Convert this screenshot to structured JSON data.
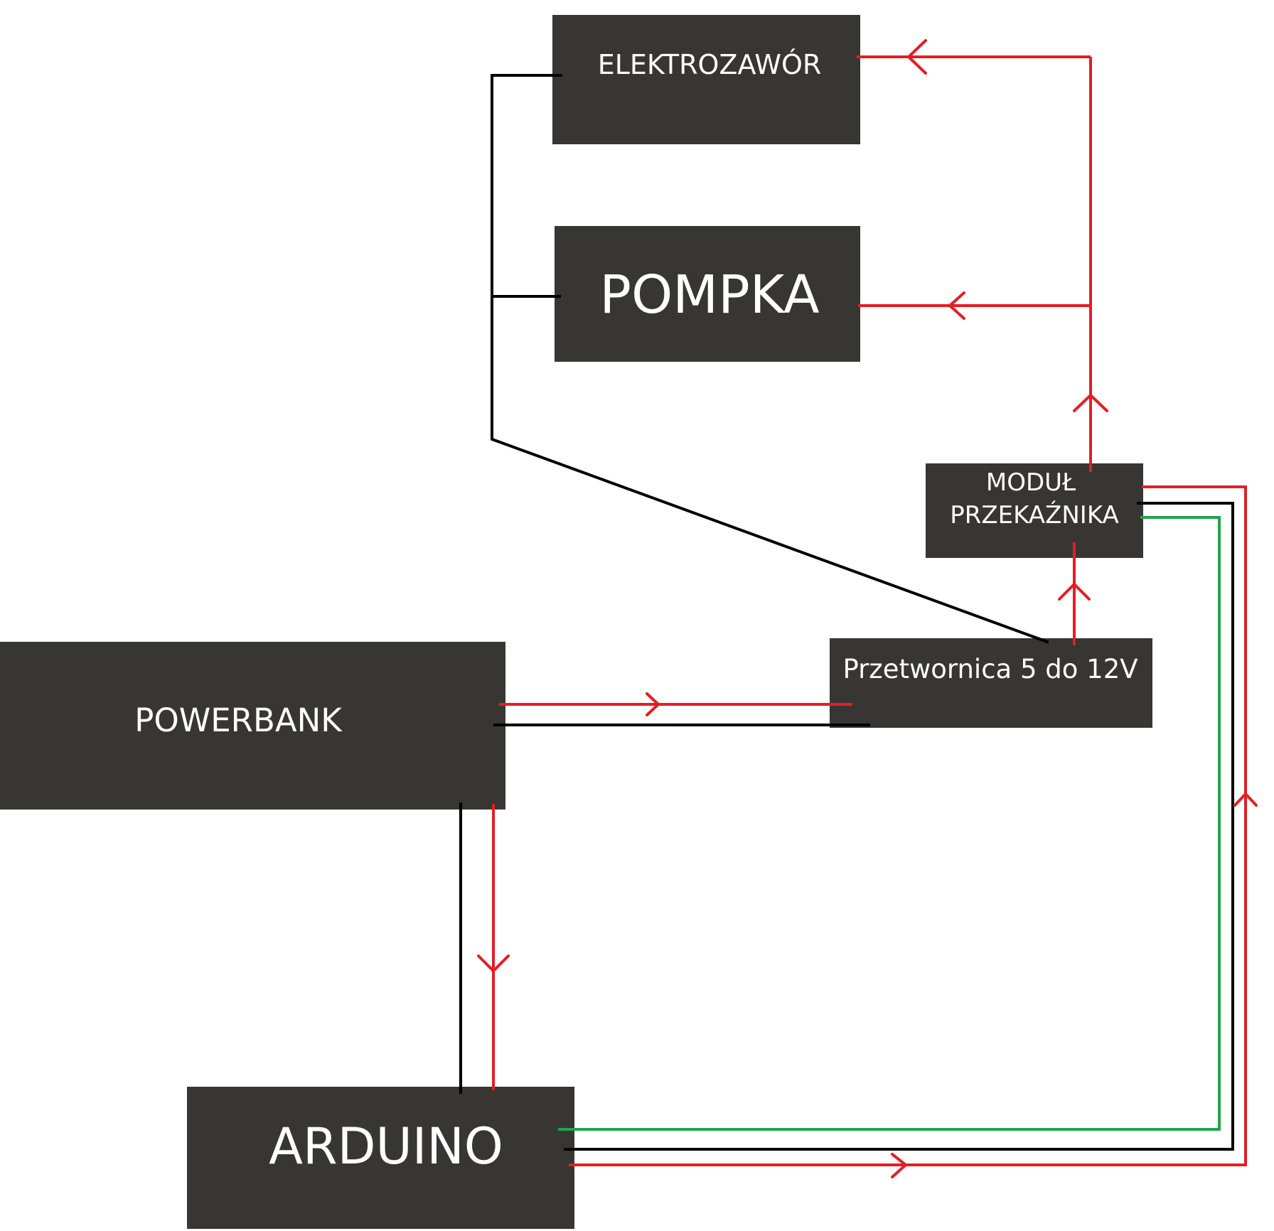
{
  "colors": {
    "background": "#ffffff",
    "box_fill": "#373633",
    "label_text": "#ffffff",
    "wire_positive": "#e31e25",
    "wire_ground": "#000000",
    "wire_signal": "#1fa64a"
  },
  "blocks": {
    "elektrozawor": {
      "label": "ELEKTROZAWÓR"
    },
    "pompka": {
      "label": "POMPKA"
    },
    "modul_przekaznika": {
      "label_line1": "MODUŁ",
      "label_line2": "PRZEKAŹNIKA"
    },
    "przetwornica": {
      "label": "Przetwornica 5 do 12V"
    },
    "powerbank": {
      "label": "POWERBANK"
    },
    "arduino": {
      "label": "ARDUINO"
    }
  }
}
